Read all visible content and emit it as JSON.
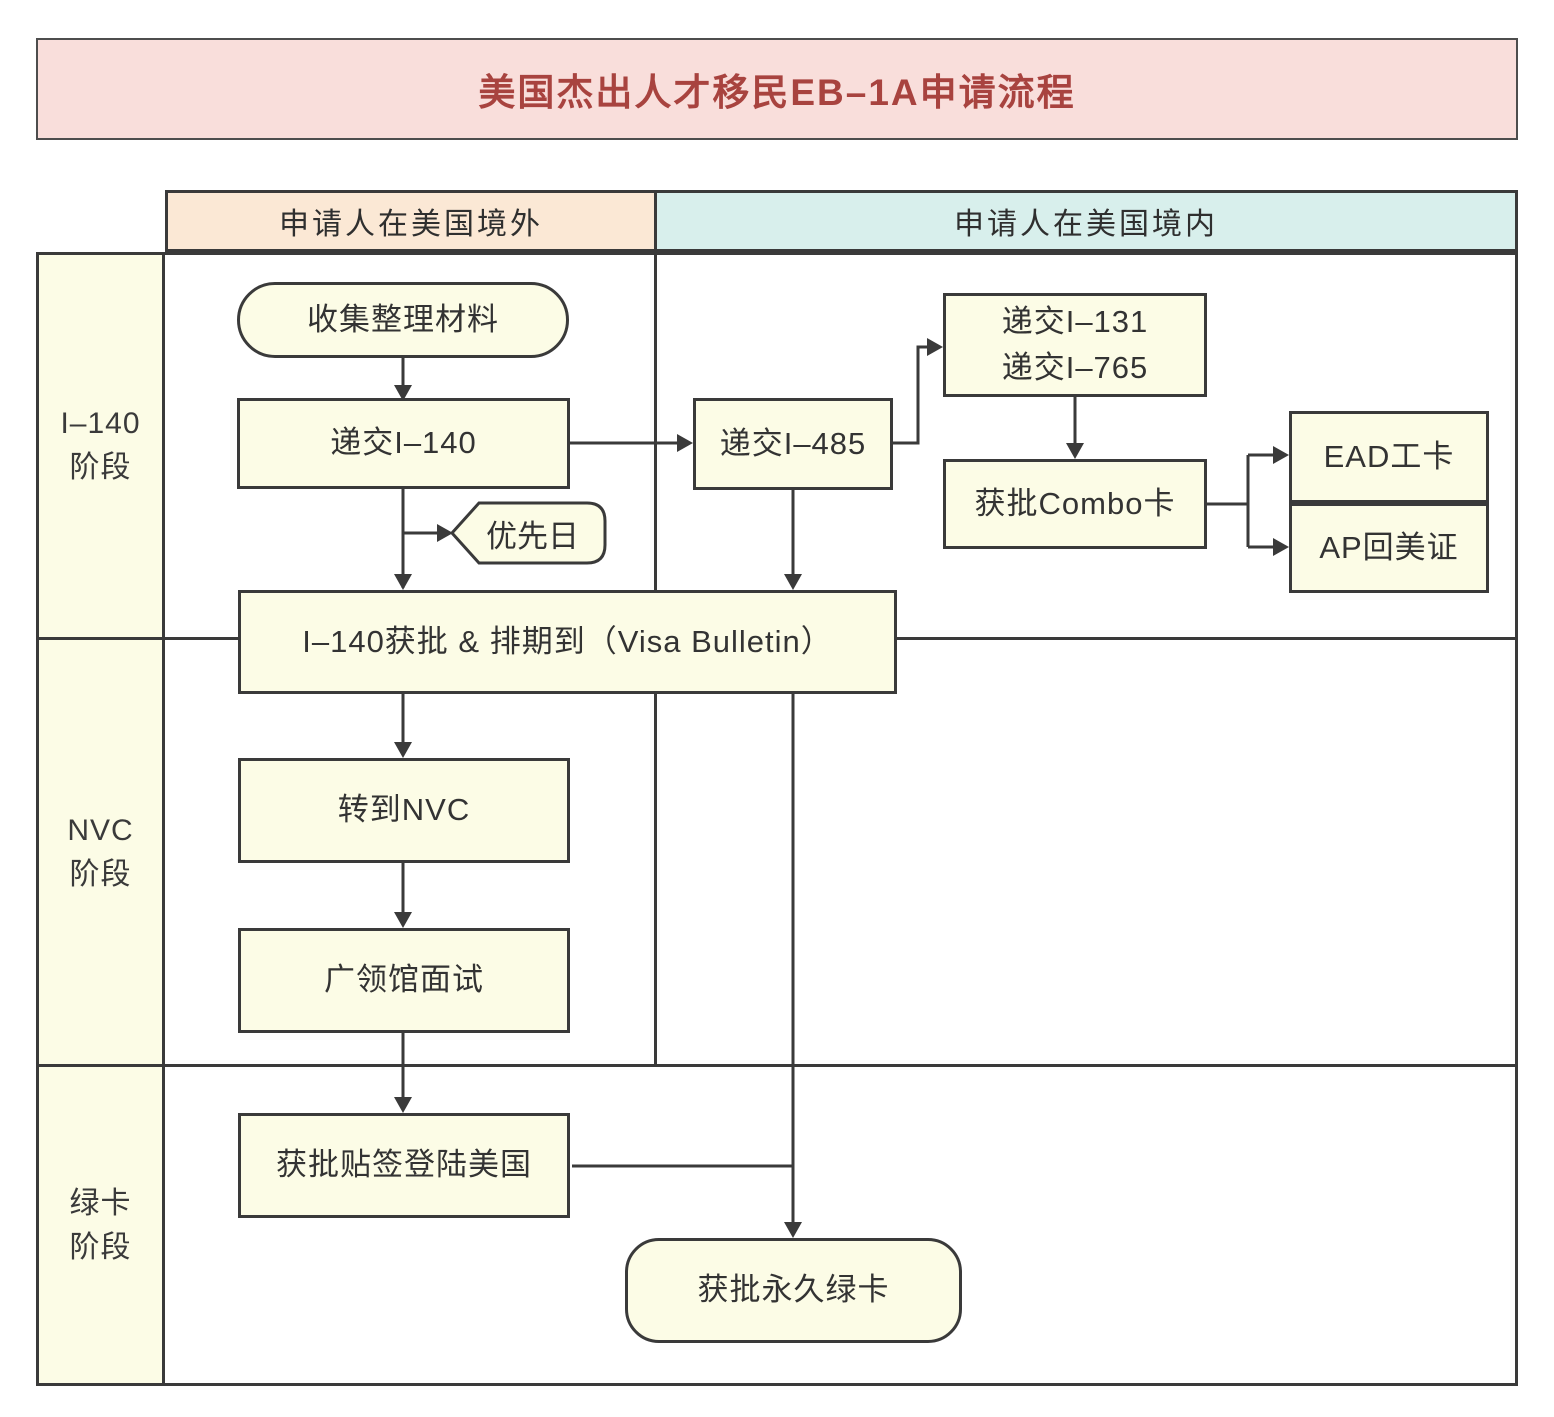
{
  "title": "美国杰出人才移民EB–1A申请流程",
  "headers": {
    "outside": "申请人在美国境外",
    "inside": "申请人在美国境内"
  },
  "stages": {
    "i140": {
      "line1": "I–140",
      "line2": "阶段"
    },
    "nvc": {
      "line1": "NVC",
      "line2": "阶段"
    },
    "green": {
      "line1": "绿卡",
      "line2": "阶段"
    }
  },
  "nodes": {
    "collect": "收集整理材料",
    "submit_i140": "递交I–140",
    "priority_date": "优先日",
    "i140_approved": "I–140获批 & 排期到（Visa Bulletin）",
    "to_nvc": "转到NVC",
    "consulate_interview": "广领馆面试",
    "visa_landing": "获批贴签登陆美国",
    "green_card": "获批永久绿卡",
    "submit_i485": "递交I–485",
    "submit_i131": "递交I–131",
    "submit_i765": "递交I–765",
    "combo_card": "获批Combo卡",
    "ead_card": "EAD工卡",
    "ap_card": "AP回美证"
  },
  "colors": {
    "title_bg": "#F9DEDB",
    "title_text": "#A8433F",
    "outside_header_bg": "#FBE8D5",
    "inside_header_bg": "#D8EFEC",
    "node_fill": "#FCFCE6",
    "stroke": "#3A3A3A"
  }
}
